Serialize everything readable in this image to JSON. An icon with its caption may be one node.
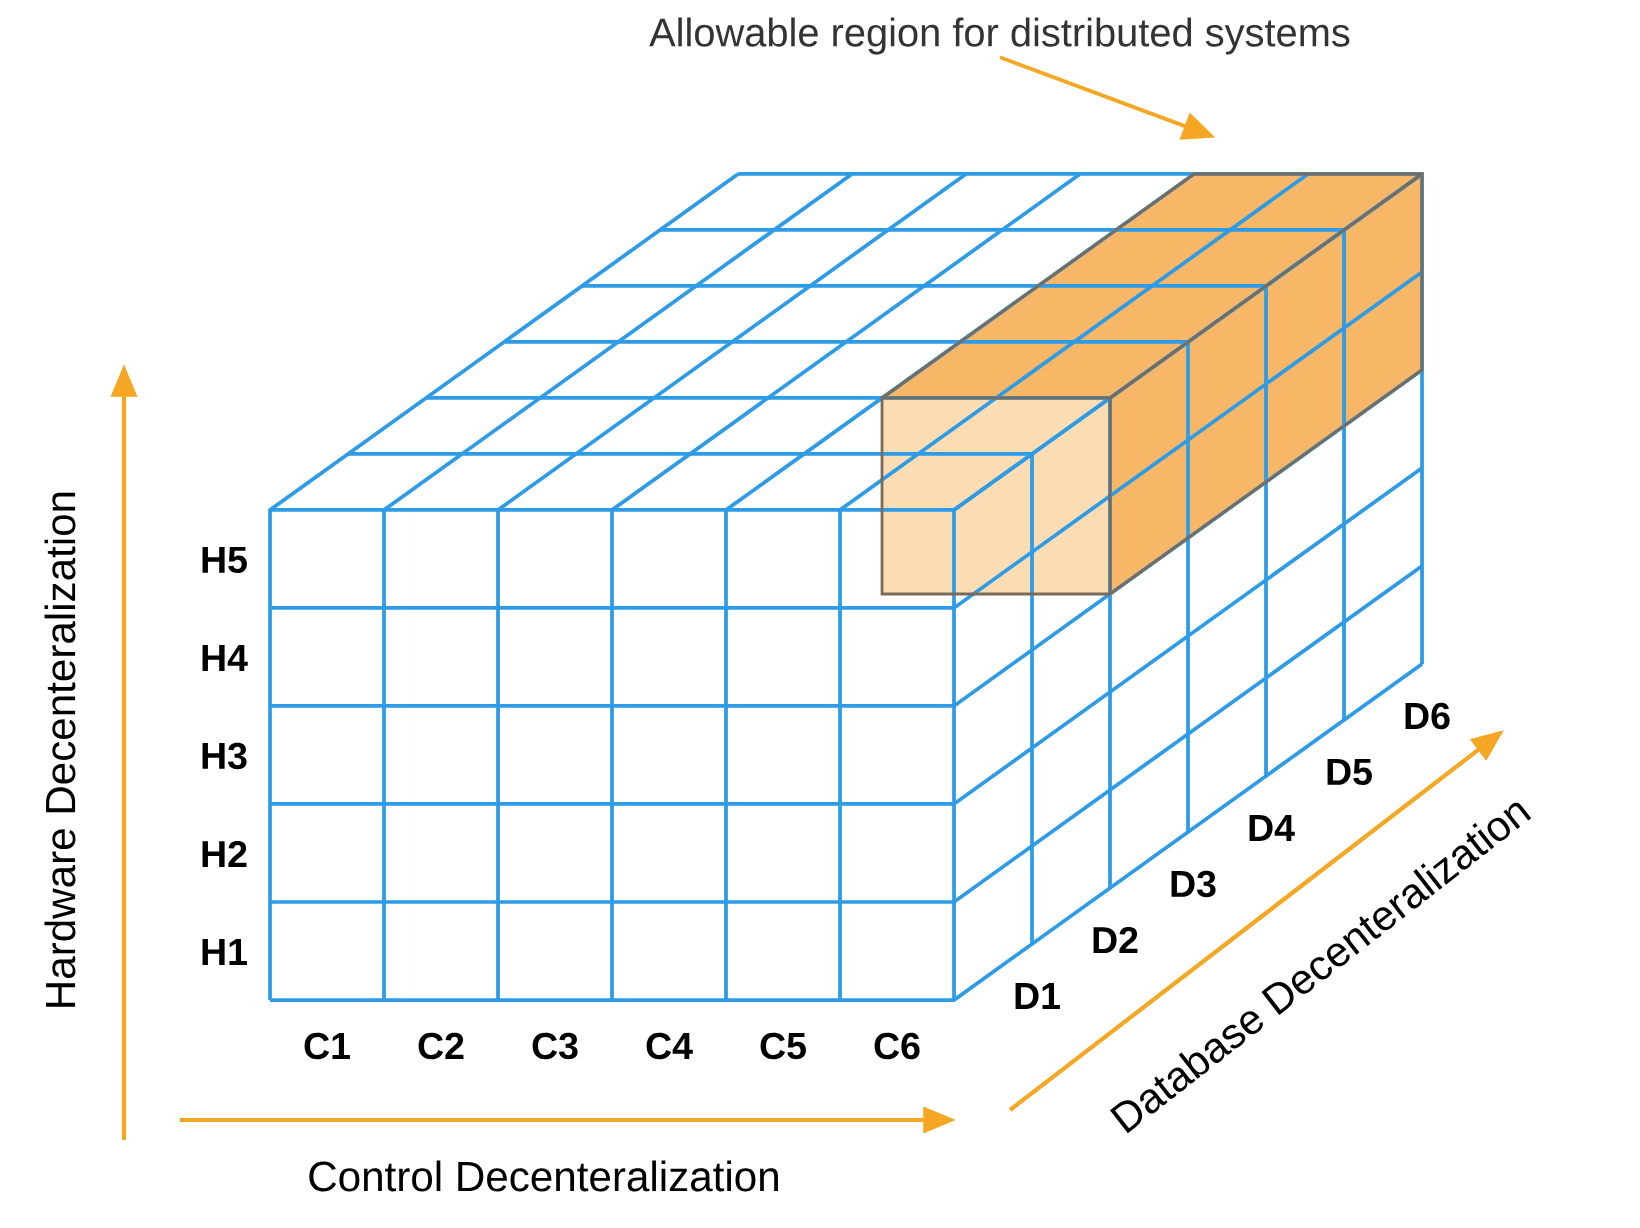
{
  "diagram": {
    "nodes": [
      {
        "text": [
          "Allowable region for distributed systems"
        ]
      },
      {
        "text": [],
        "shape": "box"
      }
    ],
    "edges": [
      {
        "from": 0,
        "to": 1,
        "arrow": "to"
      }
    ],
    "labels": [
      "Hardware Decenteralization",
      "H5",
      "H4",
      "H3",
      "H2",
      "H1",
      "C1",
      "C2",
      "C3",
      "C4",
      "C5",
      "C6",
      "D1",
      "D2",
      "D3",
      "D4",
      "D5",
      "D6",
      "Control Decenteralization",
      "Database Decenteralization"
    ]
  }
}
